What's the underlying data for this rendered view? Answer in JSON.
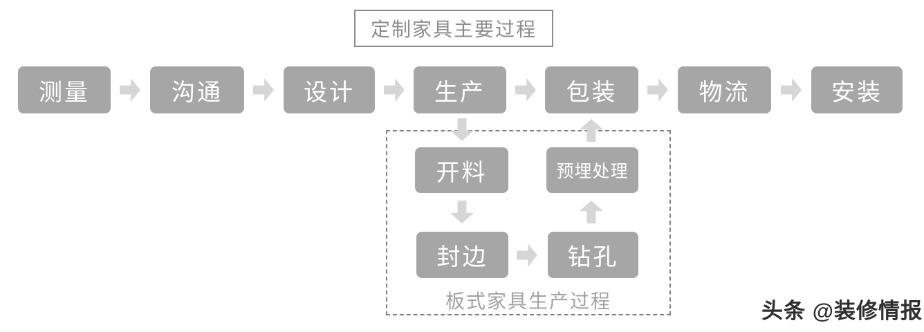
{
  "title": "定制家具主要过程",
  "main_flow": {
    "steps": [
      {
        "label": "测量"
      },
      {
        "label": "沟通"
      },
      {
        "label": "设计"
      },
      {
        "label": "生产"
      },
      {
        "label": "包装"
      },
      {
        "label": "物流"
      },
      {
        "label": "安装"
      }
    ]
  },
  "sub_process": {
    "caption": "板式家具生产过程",
    "steps": [
      {
        "label": "开料"
      },
      {
        "label": "封边"
      },
      {
        "label": "钻孔"
      },
      {
        "label": "预埋处理"
      }
    ]
  },
  "watermark": "头条 @装修情报",
  "colors": {
    "node_fill": "#a6a6a6",
    "node_text": "#ffffff",
    "arrow_fill": "#d6d6d6",
    "outline_gray": "#8c8c8c",
    "dashed_border": "#808080",
    "caption_gray": "#a2a2a2",
    "watermark_text": "#2f2f2f"
  }
}
